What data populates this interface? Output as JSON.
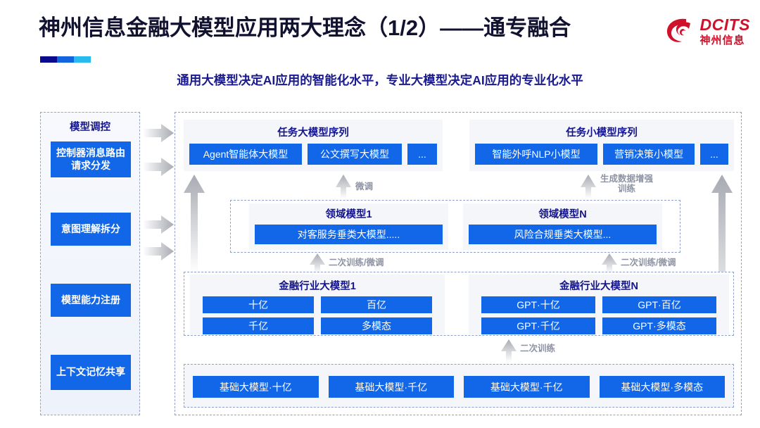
{
  "header": {
    "title": "神州信息金融大模型应用两大理念（1/2）——通专融合",
    "subtitle": "通用大模型决定AI应用的智能化水平，专业大模型决定AI应用的专业化水平",
    "logo_en": "DCITS",
    "logo_cn": "神州信息",
    "accent_colors": [
      "#0a0a8c",
      "#1464e0",
      "#29baee"
    ],
    "brand_red": "#d0112b",
    "title_color": "#111130",
    "subtitle_color": "#1a1a8e"
  },
  "theme": {
    "chip_blue": "#1266e8",
    "heading_blue": "#14148c",
    "panel_gray": "#f4f6fa",
    "dash_border": "#8fa0cc",
    "arrow_gray": "#b9bcc4"
  },
  "control_panel": {
    "title": "模型调控",
    "items": [
      {
        "label": "控制器消息路由请求分发"
      },
      {
        "label": "意图理解拆分"
      },
      {
        "label": "模型能力注册"
      },
      {
        "label": "上下文记忆共享"
      }
    ]
  },
  "flow_arrows_left": [
    {
      "name": "arrow-to-task-row"
    },
    {
      "name": "arrow-to-task-row-2"
    },
    {
      "name": "arrow-to-domain-row"
    },
    {
      "name": "arrow-to-domain-row-2"
    }
  ],
  "task_sequences": [
    {
      "title": "任务大模型序列",
      "chips": [
        "Agent智能体大模型",
        "公文撰写大模型",
        "..."
      ]
    },
    {
      "title": "任务小模型序列",
      "chips": [
        "智能外呼NLP小模型",
        "营销决策小模型",
        "..."
      ]
    }
  ],
  "domain_models": [
    {
      "title": "领域模型1",
      "chip": "对客服务垂类大模型....."
    },
    {
      "title": "领域模型N",
      "chip": "风险合规垂类大模型..."
    }
  ],
  "industry_models": [
    {
      "title": "金融行业大模型1",
      "chips": [
        "十亿",
        "百亿",
        "千亿",
        "多模态"
      ]
    },
    {
      "title": "金融行业大模型N",
      "chips": [
        "GPT·十亿",
        "GPT·百亿",
        "GPT·千亿",
        "GPT·多模态"
      ]
    }
  ],
  "base_models": [
    "基础大模型·十亿",
    "基础大模型·千亿",
    "基础大模型·千亿",
    "基础大模型·多模态"
  ],
  "arrow_labels": {
    "fine_tune": "微调",
    "gen_data_aug": "生成数据增强\n训练",
    "gen_data_aug_l1": "生成数据增强",
    "gen_data_aug_l2": "训练",
    "retrain_tune_left": "二次训练/微调",
    "retrain_tune_right": "二次训练/微调",
    "retrain": "二次训练"
  }
}
